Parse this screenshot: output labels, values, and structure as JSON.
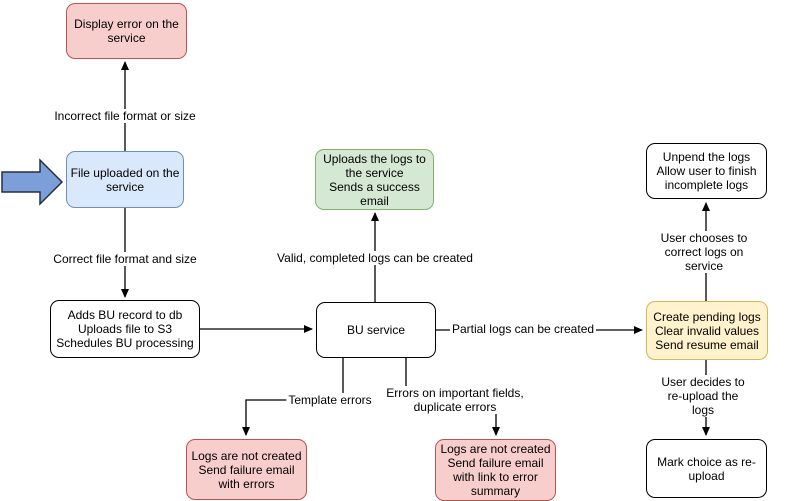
{
  "nodes": {
    "display_error": {
      "label": "Display error on the\nservice"
    },
    "file_uploaded": {
      "label": "File uploaded on the\nservice"
    },
    "adds_bu": {
      "label": "Adds BU record to db\nUploads file to S3\nSchedules BU processing"
    },
    "bu_service": {
      "label": "BU service"
    },
    "uploads_logs": {
      "label": "Uploads the logs to\nthe service\nSends a success\nemail"
    },
    "unpend": {
      "label": "Unpend the logs\nAllow user to finish\nincomplete logs"
    },
    "create_pending": {
      "label": "Create pending logs\nClear invalid values\nSend resume email"
    },
    "mark_choice": {
      "label": "Mark choice as re-\nupload"
    },
    "fail_template": {
      "label": "Logs are not created\nSend failure email\nwith errors"
    },
    "fail_fields": {
      "label": "Logs are not created\nSend failure email\nwith link to error\nsummary"
    }
  },
  "edges": {
    "incorrect": {
      "label": "Incorrect file format or size"
    },
    "correct": {
      "label": "Correct file format and size"
    },
    "valid": {
      "label": "Valid, completed logs can be created"
    },
    "partial": {
      "label": "Partial logs can be created"
    },
    "template": {
      "label": "Template errors"
    },
    "important": {
      "label": "Errors on important fields,\nduplicate errors"
    },
    "user_chooses": {
      "label": "User chooses to correct logs on service"
    },
    "user_decides": {
      "label": "User decides to re-upload the logs"
    }
  },
  "colors": {
    "pink_fill": "#f8cecc",
    "pink_border": "#b85450",
    "blue_fill": "#dae8fc",
    "blue_border": "#6c8ebf",
    "green_fill": "#d5e8d4",
    "green_border": "#82b366",
    "yellow_fill": "#fff2cc",
    "yellow_border": "#d6b656",
    "white_fill": "#ffffff",
    "line": "#000000",
    "input_arrow_fill": "#7d9fd9",
    "input_arrow_border": "#23303e"
  }
}
